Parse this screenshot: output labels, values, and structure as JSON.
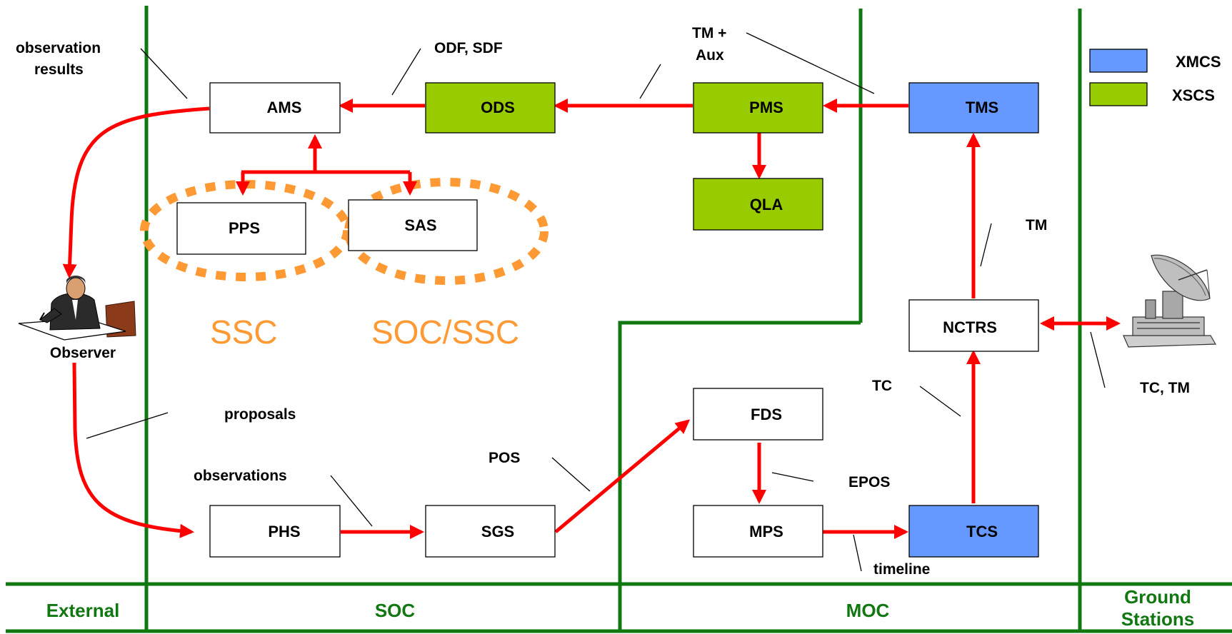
{
  "boxes": {
    "ams": "AMS",
    "ods": "ODS",
    "pms": "PMS",
    "tms": "TMS",
    "qla": "QLA",
    "pps": "PPS",
    "sas": "SAS",
    "nctrs": "NCTRS",
    "fds": "FDS",
    "mps": "MPS",
    "tcs": "TCS",
    "phs": "PHS",
    "sgs": "SGS"
  },
  "legend": {
    "xmcs": "XMCS",
    "xscs": "XSCS"
  },
  "flow_labels": {
    "observation_results_1": "observation",
    "observation_results_2": "results",
    "odf_sdf": "ODF, SDF",
    "tm_aux_1": "TM +",
    "tm_aux_2": "Aux",
    "tm": "TM",
    "tc": "TC",
    "tc_tm": "TC, TM",
    "proposals": "proposals",
    "observations": "observations",
    "pos": "POS",
    "epos": "EPOS",
    "timeline": "timeline"
  },
  "observer_label": "Observer",
  "groups": {
    "ssc": "SSC",
    "soc_ssc": "SOC/SSC"
  },
  "zones": {
    "external": "External",
    "soc": "SOC",
    "moc": "MOC",
    "ground_1": "Ground",
    "ground_2": "Stations"
  },
  "colors": {
    "xmcs": "#6699ff",
    "xscs": "#99cc00",
    "flow": "#ff0000",
    "boundary": "#117711",
    "group": "#ff9933"
  }
}
